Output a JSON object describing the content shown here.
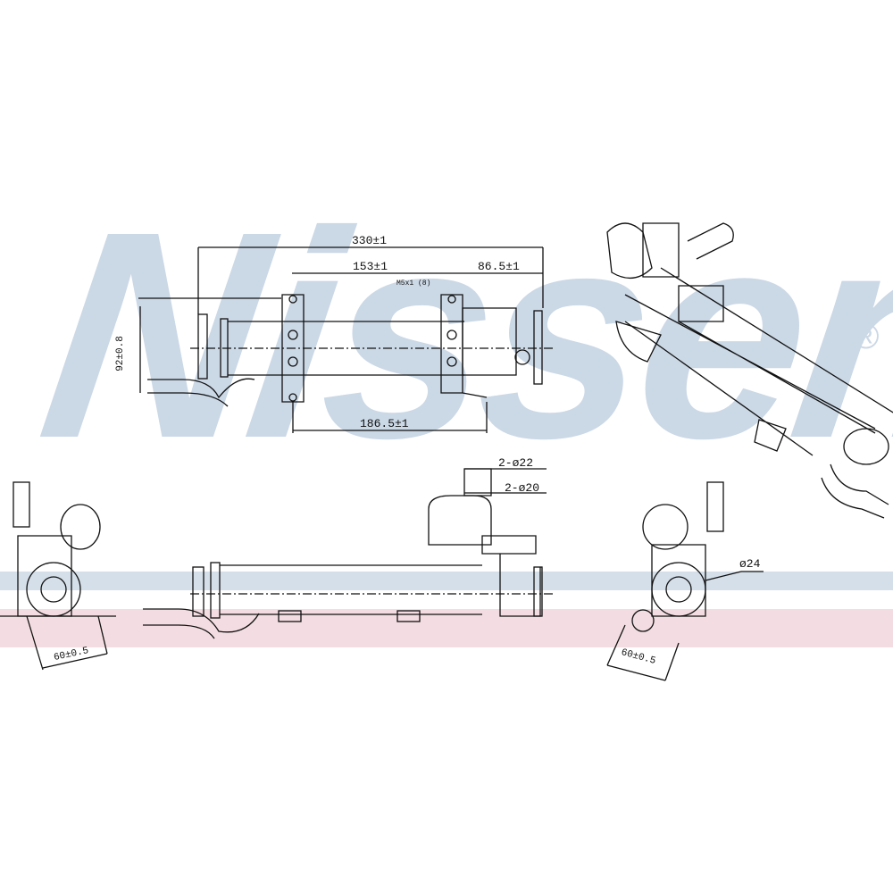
{
  "watermark": {
    "brand": "Nissens",
    "registered": "®",
    "color": "#cbd8e6"
  },
  "dimensions": {
    "overall_length": "330±1",
    "bracket_spacing": "153±1",
    "end_offset": "86.5±1",
    "thread_note": "M5x1 (8)",
    "height": "92±0.8",
    "lower_bracket_spacing": "186.5±1",
    "diameter_outer": "2-ø22",
    "diameter_inner": "2-ø20",
    "flange_left": "60±0.5",
    "flange_right": "60±0.5",
    "pipe_diameter": "ø24"
  }
}
